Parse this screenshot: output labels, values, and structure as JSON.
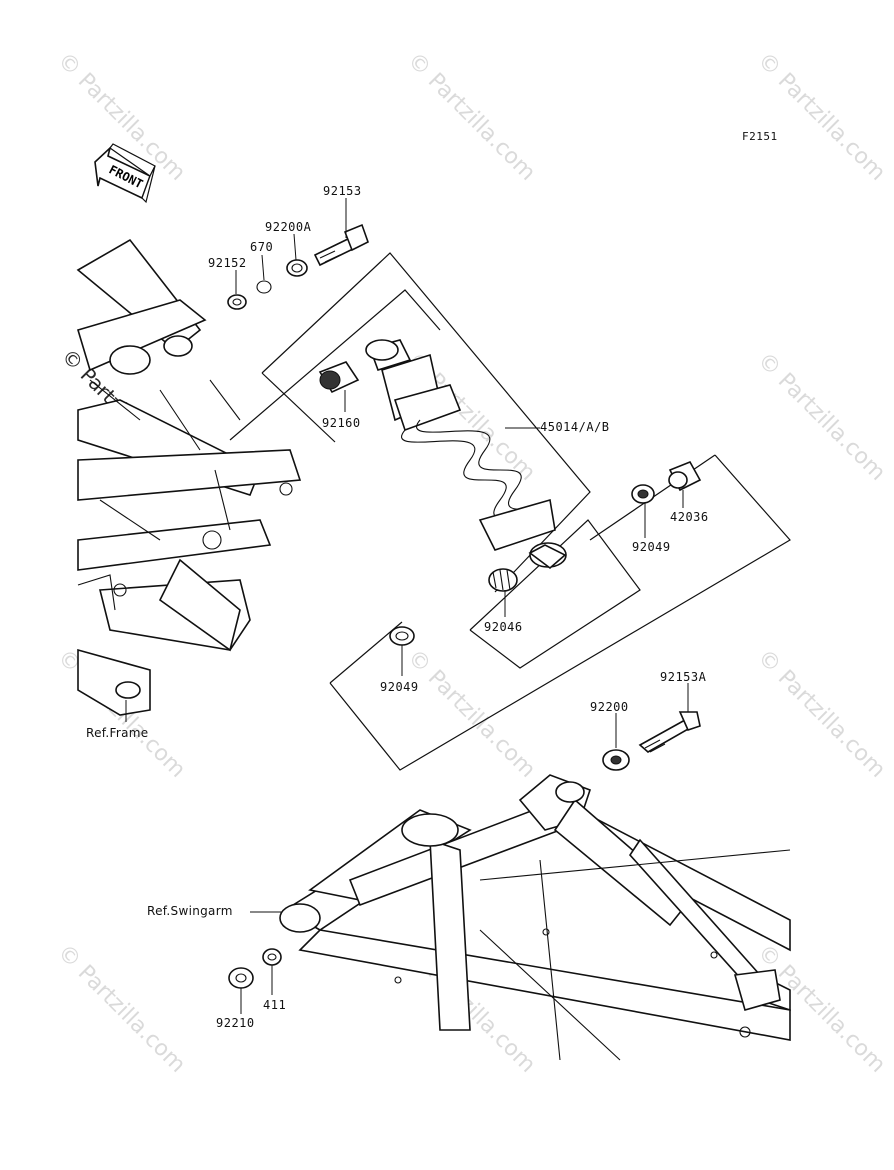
{
  "diagram_id": "F2151",
  "front_label": "FRONT",
  "watermark": "© Partzilla.com",
  "parts": [
    {
      "num": "92153"
    },
    {
      "num": "92200A"
    },
    {
      "num": "670"
    },
    {
      "num": "92152"
    },
    {
      "num": "92160"
    },
    {
      "num": "45014/A/B"
    },
    {
      "num": "92049"
    },
    {
      "num": "42036"
    },
    {
      "num": "92046"
    },
    {
      "num": "92049"
    },
    {
      "num": "92153A"
    },
    {
      "num": "92200"
    },
    {
      "num": "411"
    },
    {
      "num": "92210"
    }
  ],
  "refs": {
    "frame": "Ref.Frame",
    "swingarm": "Ref.Swingarm"
  }
}
